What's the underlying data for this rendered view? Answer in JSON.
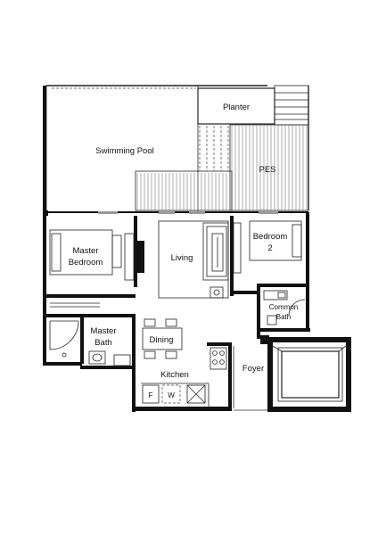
{
  "rooms": {
    "pool": "Swimming Pool",
    "planter": "Planter",
    "pes": "PES",
    "master_bedroom_l1": "Master",
    "master_bedroom_l2": "Bedroom",
    "living": "Living",
    "bedroom2_l1": "Bedroom",
    "bedroom2_l2": "2",
    "master_bath_l1": "Master",
    "master_bath_l2": "Bath",
    "dining": "Dining",
    "kitchen": "Kitchen",
    "foyer": "Foyer",
    "common_bath_l1": "Common",
    "common_bath_l2": "Bath"
  },
  "appliances": {
    "fridge": "F",
    "washer": "W"
  },
  "colors": {
    "wall": "#111111",
    "line": "#222222",
    "deck": "#777777"
  }
}
